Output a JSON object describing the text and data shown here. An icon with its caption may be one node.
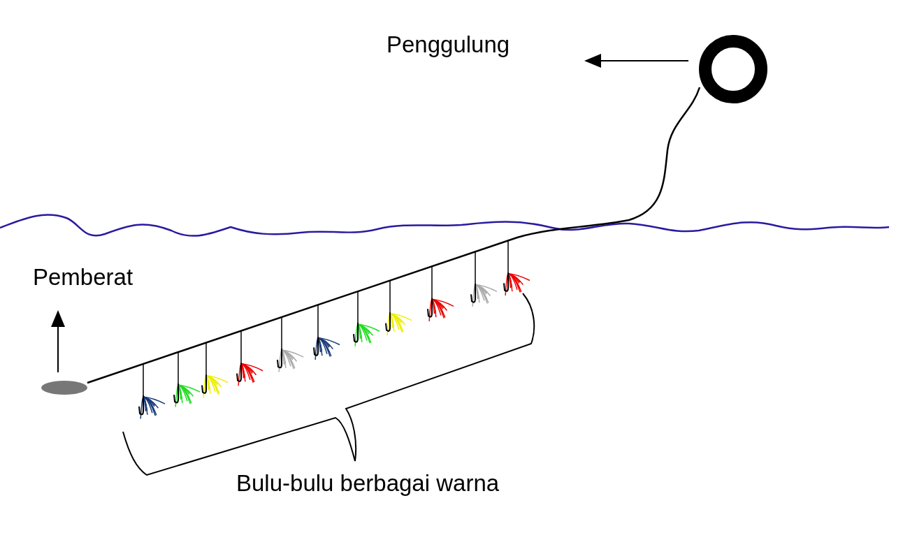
{
  "diagram": {
    "labels": [
      "Penggulung",
      "Pemberat",
      "Bulu-bulu berbagai warna"
    ]
  }
}
